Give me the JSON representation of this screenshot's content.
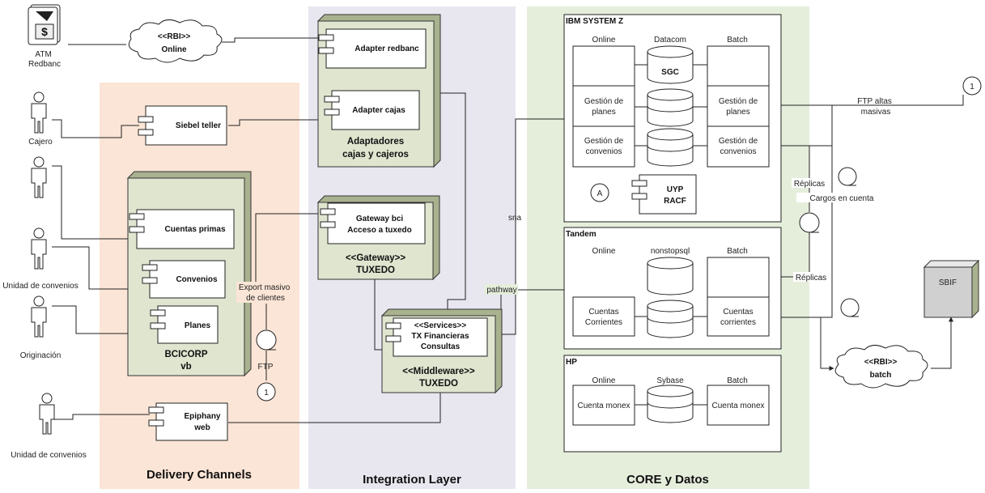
{
  "regions": {
    "delivery": "Delivery Channels",
    "integration": "Integration Layer",
    "core": "CORE y Datos"
  },
  "actors": {
    "atm": [
      "ATM",
      "Redbanc"
    ],
    "cajero": "Cajero",
    "unidad1": "Unidad de convenios",
    "originacion": "Originación",
    "unidad2": "Unidad de convenios"
  },
  "clouds": {
    "online": [
      "<<RBI>>",
      "Online"
    ],
    "batch": [
      "<<RBI>>",
      "batch"
    ]
  },
  "components": {
    "siebel": "Siebel teller",
    "cuentas_primas": "Cuentas primas",
    "convenios": "Convenios",
    "planes": "Planes",
    "epiphany": [
      "Epiphany",
      "web"
    ],
    "adapter_redbanc": "Adapter redbanc",
    "adapter_cajas": "Adapter cajas",
    "gateway": [
      "Gateway bci",
      "Acceso a tuxedo"
    ],
    "services": [
      "<<Services>>",
      "TX Financieras",
      "Consultas"
    ],
    "uyp": [
      "UYP",
      "RACF"
    ]
  },
  "nodes": {
    "bcicorp": [
      "BCICORP",
      "vb"
    ],
    "adaptadores": [
      "Adaptadores",
      "cajas y cajeros"
    ],
    "gateway": [
      "<<Gateway>>",
      "TUXEDO"
    ],
    "middleware": [
      "<<Middleware>>",
      "TUXEDO"
    ],
    "sbif": "SBIF"
  },
  "systems": {
    "ibm": {
      "title": "IBM SYSTEM Z",
      "col_online": "Online",
      "col_datacom": "Datacom",
      "col_batch": "Batch",
      "sgc": "SGC",
      "online_row2": [
        "Gestión de",
        "planes"
      ],
      "online_row3": [
        "Gestión de",
        "convenios"
      ],
      "batch_row2": [
        "Gestión de",
        "planes"
      ],
      "batch_row3": [
        "Gestión de",
        "convenios"
      ]
    },
    "tandem": {
      "title": "Tandem",
      "col_online": "Online",
      "col_db": "nonstopsql",
      "col_batch": "Batch",
      "online_row2": [
        "Cuentas",
        "Corrientes"
      ],
      "batch_row2": [
        "Cuentas",
        "corrientes"
      ]
    },
    "hp": {
      "title": "HP",
      "col_online": "Online",
      "col_db": "Sybase",
      "col_batch": "Batch",
      "online_row": "Cuenta monex",
      "batch_row": "Cuenta monex"
    }
  },
  "connectors": {
    "one_a": "1",
    "one_b": "1",
    "a_circle": "A"
  },
  "labels": {
    "export": [
      "Export masivo",
      "de clientes"
    ],
    "ftp": "FTP",
    "sna": "sna",
    "pathway": "pathway",
    "ftp_altas": [
      "FTP altas",
      "masivas"
    ],
    "replicas1": "Réplicas",
    "cargos": "Cargos en cuenta",
    "replicas2": "Réplicas"
  }
}
